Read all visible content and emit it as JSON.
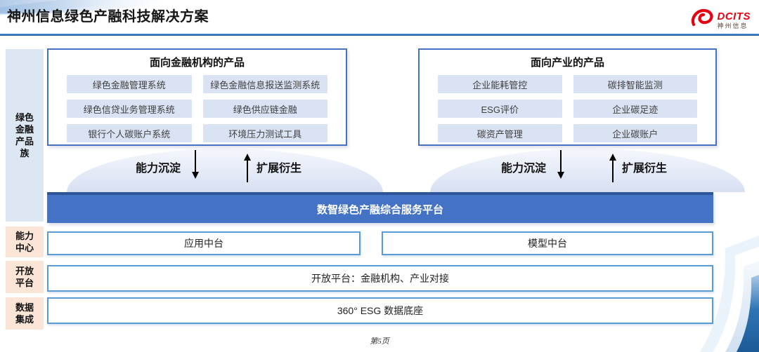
{
  "header": {
    "title": "神州信息绿色产融科技解决方案",
    "logo": {
      "brand": "DCITS",
      "company": "神州信息"
    }
  },
  "sidebar": {
    "product_family": "绿色\n金融\n产品\n族",
    "capability_center": "能力\n中心",
    "open_platform": "开放\n平台",
    "data_integration": "数据\n集成"
  },
  "product_groups": [
    {
      "title": "面向金融机构的产品",
      "items": [
        "绿色金融管理系统",
        "绿色金融信息报送监测系统",
        "绿色信贷业务管理系统",
        "绿色供应链金融",
        "银行个人碳账户系统",
        "环境压力测试工具"
      ]
    },
    {
      "title": "面向产业的产品",
      "items": [
        "企业能耗管控",
        "碳排智能监测",
        "ESG评价",
        "企业碳足迹",
        "碳资产管理",
        "企业碳账户"
      ]
    }
  ],
  "arrows": {
    "down_label": "能力沉淀",
    "up_label": "扩展衍生"
  },
  "platform": {
    "label": "数智绿色产融综合服务平台"
  },
  "capability_row": [
    "应用中台",
    "模型中台"
  ],
  "open_platform_row": "开放平台：金融机构、产业对接",
  "data_row": "360° ESG 数据底座",
  "footer": {
    "page": "第5页"
  },
  "colors": {
    "accent": "#4472c4",
    "accent-dark": "#2e5597",
    "row-border": "#5b9bd5",
    "pill-bg": "#dae3f3",
    "sidebar-blue": "#dce7f3",
    "sidebar-peach": "#fbe5d6",
    "logo-red": "#e60012"
  }
}
